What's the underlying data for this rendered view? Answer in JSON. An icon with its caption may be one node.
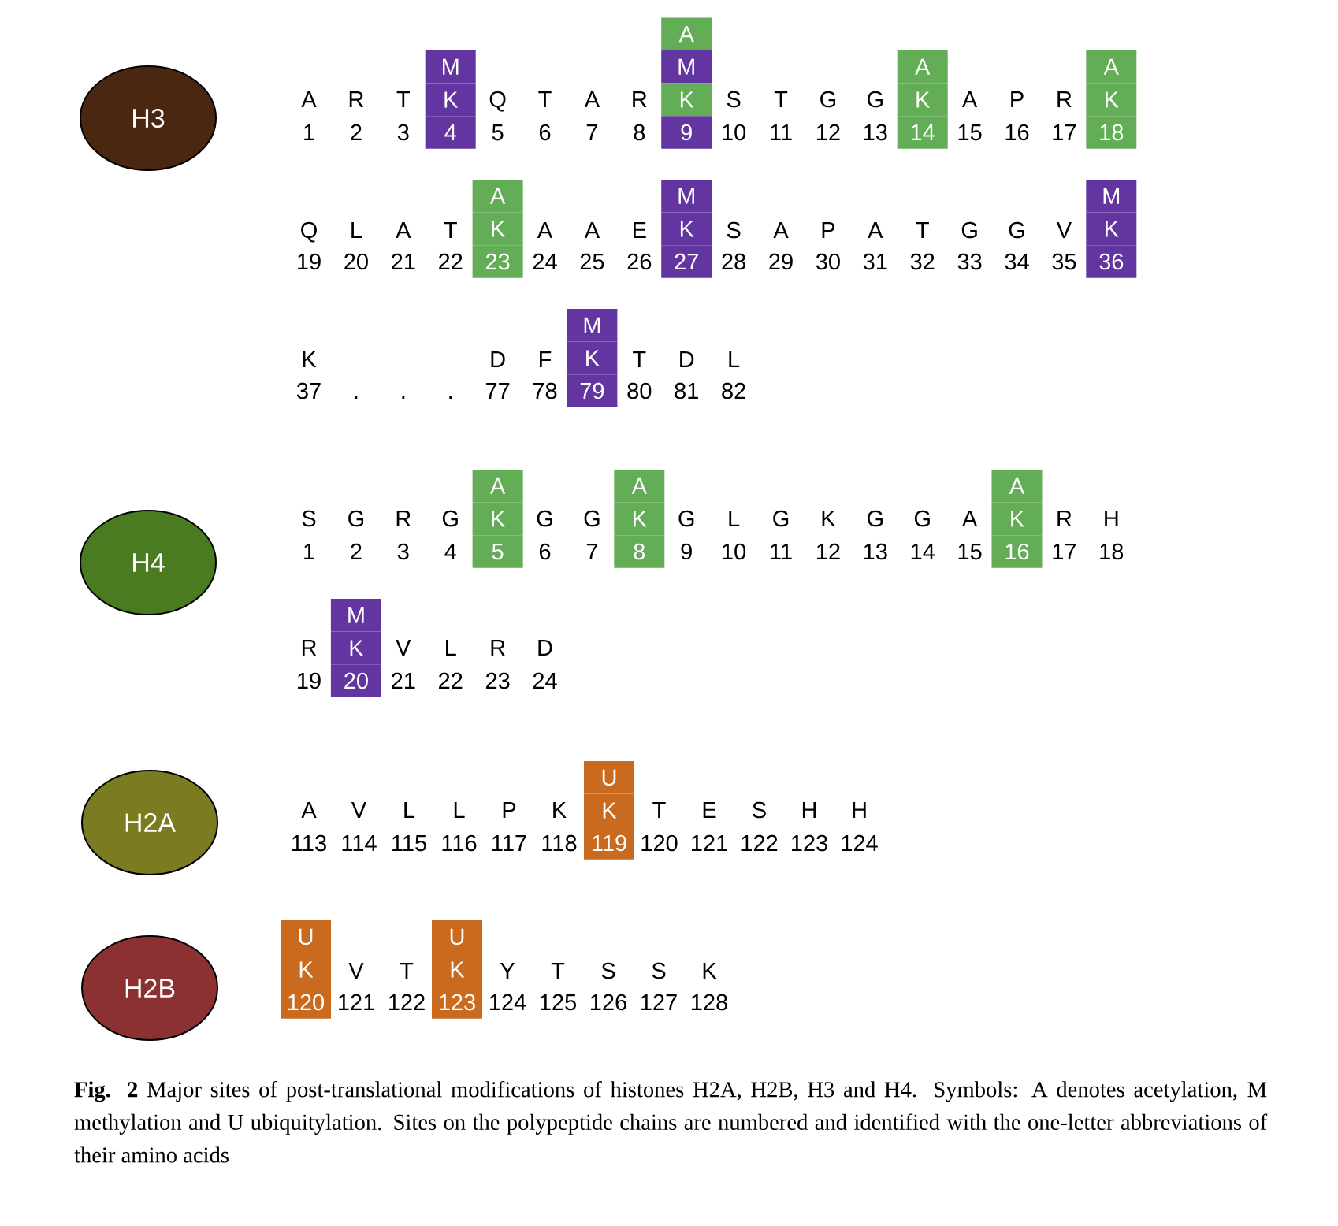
{
  "diagram": {
    "caption": "**Fig. 2** Major sites of post-translational modifications of histones H2A, H2B, H3 and H4. Symbols: A denotes acetylation, M methylation and U ubiquitylation. Sites on the polypeptide chains are numbered and identified with the one-letter abbreviations of their amino acids",
    "nodes": [
      {
        "text": [
          "H3"
        ]
      },
      {
        "text": [
          "M",
          "K",
          "4"
        ]
      },
      {
        "text": [
          "A",
          "M",
          "K",
          "9"
        ]
      },
      {
        "text": [
          "A",
          "K",
          "14"
        ]
      },
      {
        "text": [
          "A",
          "K",
          "18"
        ]
      },
      {
        "text": [
          "A",
          "K",
          "23"
        ]
      },
      {
        "text": [
          "M",
          "K",
          "27"
        ]
      },
      {
        "text": [
          "M",
          "K",
          "36"
        ]
      },
      {
        "text": [
          "M",
          "K",
          "79"
        ]
      },
      {
        "text": [
          "H4"
        ]
      },
      {
        "text": [
          "A",
          "K",
          "5"
        ]
      },
      {
        "text": [
          "A",
          "K",
          "8"
        ]
      },
      {
        "text": [
          "A",
          "K",
          "16"
        ]
      },
      {
        "text": [
          "M",
          "K",
          "20"
        ]
      },
      {
        "text": [
          "H2A"
        ]
      },
      {
        "text": [
          "U",
          "K",
          "119"
        ]
      },
      {
        "text": [
          "H2B"
        ]
      },
      {
        "text": [
          "U",
          "K",
          "120"
        ]
      },
      {
        "text": [
          "U",
          "K",
          "123"
        ]
      }
    ],
    "labels": [
      "A",
      "1",
      "R",
      "2",
      "T",
      "3",
      "Q",
      "5",
      "T",
      "6",
      "A",
      "7",
      "R",
      "8",
      "S",
      "10",
      "T",
      "11",
      "G",
      "12",
      "G",
      "13",
      "A",
      "15",
      "P",
      "16",
      "R",
      "17",
      "Q",
      "19",
      "L",
      "20",
      "A",
      "21",
      "T",
      "22",
      "A",
      "24",
      "A",
      "25",
      "E",
      "26",
      "S",
      "28",
      "A",
      "29",
      "P",
      "30",
      "A",
      "31",
      "T",
      "32",
      "G",
      "33",
      "G",
      "34",
      "V",
      "35",
      "K",
      "37",
      ".",
      ".",
      ".",
      "D",
      "77",
      "F",
      "78",
      "T",
      "80",
      "D",
      "81",
      "L",
      "82",
      "S",
      "1",
      "G",
      "2",
      "R",
      "3",
      "G",
      "4",
      "G",
      "6",
      "G",
      "7",
      "G",
      "9",
      "L",
      "10",
      "G",
      "11",
      "K",
      "12",
      "G",
      "13",
      "G",
      "14",
      "A",
      "15",
      "R",
      "17",
      "H",
      "18",
      "R",
      "19",
      "V",
      "21",
      "L",
      "22",
      "R",
      "23",
      "D",
      "24",
      "A",
      "113",
      "V",
      "114",
      "L",
      "115",
      "L",
      "116",
      "P",
      "117",
      "K",
      "118",
      "T",
      "120",
      "E",
      "121",
      "S",
      "122",
      "H",
      "123",
      "H",
      "124",
      "V",
      "121",
      "T",
      "122",
      "Y",
      "124",
      "T",
      "125",
      "S",
      "126",
      "S",
      "127",
      "K",
      "128"
    ]
  }
}
